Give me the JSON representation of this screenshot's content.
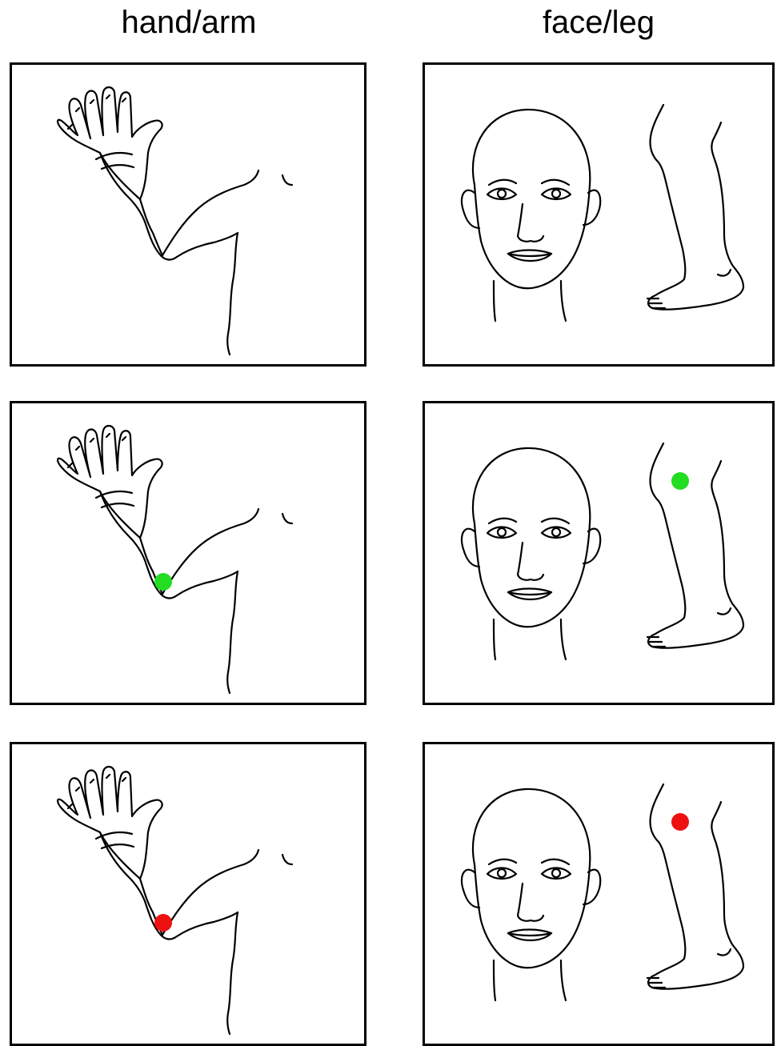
{
  "columns": {
    "left_title": "hand/arm",
    "right_title": "face/leg"
  },
  "rows": [
    {
      "marker": "none"
    },
    {
      "marker": "green"
    },
    {
      "marker": "red"
    }
  ],
  "colors": {
    "green": "#22dd22",
    "red": "#ee1111",
    "line": "#000000"
  }
}
